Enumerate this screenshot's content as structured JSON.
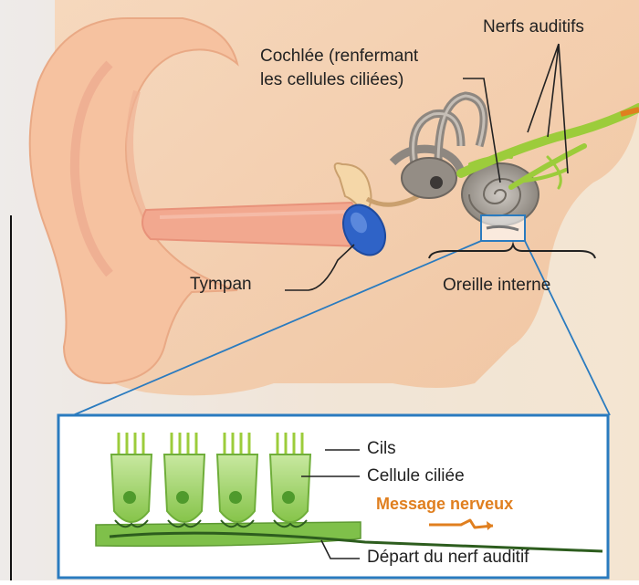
{
  "labels": {
    "nerfs_auditifs": "Nerfs auditifs",
    "cochlee_line1": "Cochlée (renfermant",
    "cochlee_line2": "les cellules ciliées)",
    "tympan": "Tympan",
    "oreille_interne": "Oreille interne",
    "cils": "Cils",
    "cellule_ciliee": "Cellule ciliée",
    "message_nerveux": "Message nerveux",
    "depart_nerf": "Départ du nerf auditif"
  },
  "colors": {
    "skin": "#f6c9a2",
    "ear_canal": "#f4a996",
    "tympan": "#2f63c7",
    "nerve": "#9ccc3b",
    "cochlea": "#a9a39b",
    "cell_green": "#8fcf4e",
    "inset_border": "#2a7bbf",
    "message_orange": "#e07f1f"
  },
  "cells": {
    "count": 4
  }
}
